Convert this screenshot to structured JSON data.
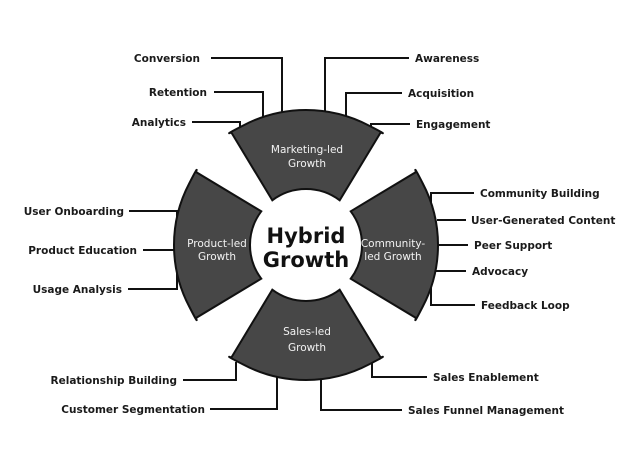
{
  "title": "Hybrid Growth",
  "center": {
    "line1": "Hybrid",
    "line2": "Growth"
  },
  "colors": {
    "petal": "#474747",
    "outline": "#111111",
    "background": "#ffffff"
  },
  "branches": [
    {
      "id": "marketing",
      "label_lines": [
        "Marketing-led",
        "Growth"
      ],
      "items": [
        "Conversion",
        "Retention",
        "Analytics",
        "Awareness",
        "Acquisition",
        "Engagement"
      ]
    },
    {
      "id": "community",
      "label_lines": [
        "Community-",
        "led Growth"
      ],
      "items": [
        "Community Building",
        "User-Generated Content",
        "Peer Support",
        "Advocacy",
        "Feedback Loop"
      ]
    },
    {
      "id": "sales",
      "label_lines": [
        "Sales-led",
        "Growth"
      ],
      "items": [
        "Relationship Building",
        "Customer Segmentation",
        "Sales Enablement",
        "Sales Funnel Management"
      ]
    },
    {
      "id": "product",
      "label_lines": [
        "Product-led",
        "Growth"
      ],
      "items": [
        "User Onboarding",
        "Product Education",
        "Usage Analysis"
      ]
    }
  ]
}
